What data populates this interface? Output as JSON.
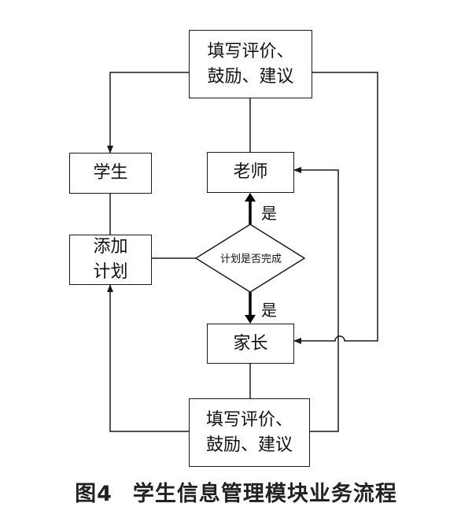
{
  "diagram": {
    "top_box": {
      "line1": "填写评价、",
      "line2": "鼓励、建议"
    },
    "student_box": "学生",
    "teacher_box": "老师",
    "plan_box": {
      "line1": "添加",
      "line2": "计划"
    },
    "decision": "计划是否完成",
    "yes_up": "是",
    "yes_down": "是",
    "parent_box": "家长",
    "bottom_box": {
      "line1": "填写评价、",
      "line2": "鼓励、建议"
    }
  },
  "caption": {
    "figure_number": "图4",
    "text": "学生信息管理模块业务流程"
  },
  "colors": {
    "line": "#1a1a1a",
    "text": "#111111",
    "background": "#ffffff"
  }
}
